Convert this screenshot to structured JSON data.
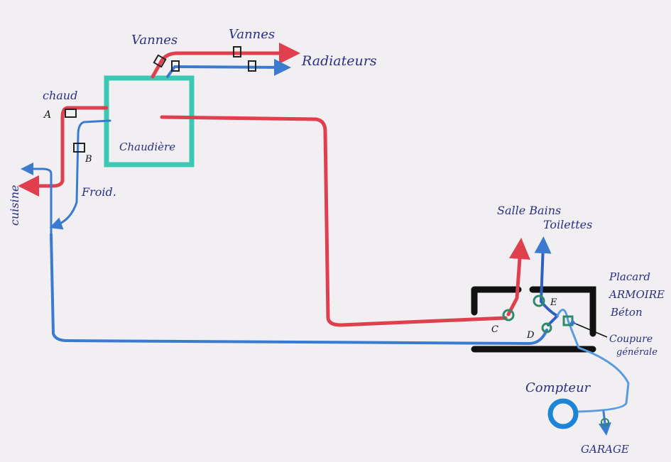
{
  "labels": {
    "vannes_left": "Vannes",
    "vannes_right": "Vannes",
    "radiateurs": "Radiateurs",
    "chaud": "chaud",
    "valve_a": "A",
    "valve_b": "B",
    "chaudiere": "Chaudière",
    "froid": "Froid.",
    "cuisine": "cuisine",
    "salle_bains": "Salle Bains",
    "toilettes": "Toilettes",
    "placard_1": "Placard",
    "placard_2": "ARMOIRE",
    "placard_3": "Béton",
    "valve_c": "C",
    "valve_d": "D",
    "valve_e": "E",
    "coupure_1": "Coupure",
    "coupure_2": "générale",
    "compteur": "Compteur",
    "garage": "GARAGE"
  },
  "colors": {
    "hot": "#e0404e",
    "cold": "#3a7bd0",
    "boiler": "#3cc8b4",
    "cabinet": "#111111",
    "valve": "#2d8a6a",
    "ink": "#2a2f86"
  }
}
